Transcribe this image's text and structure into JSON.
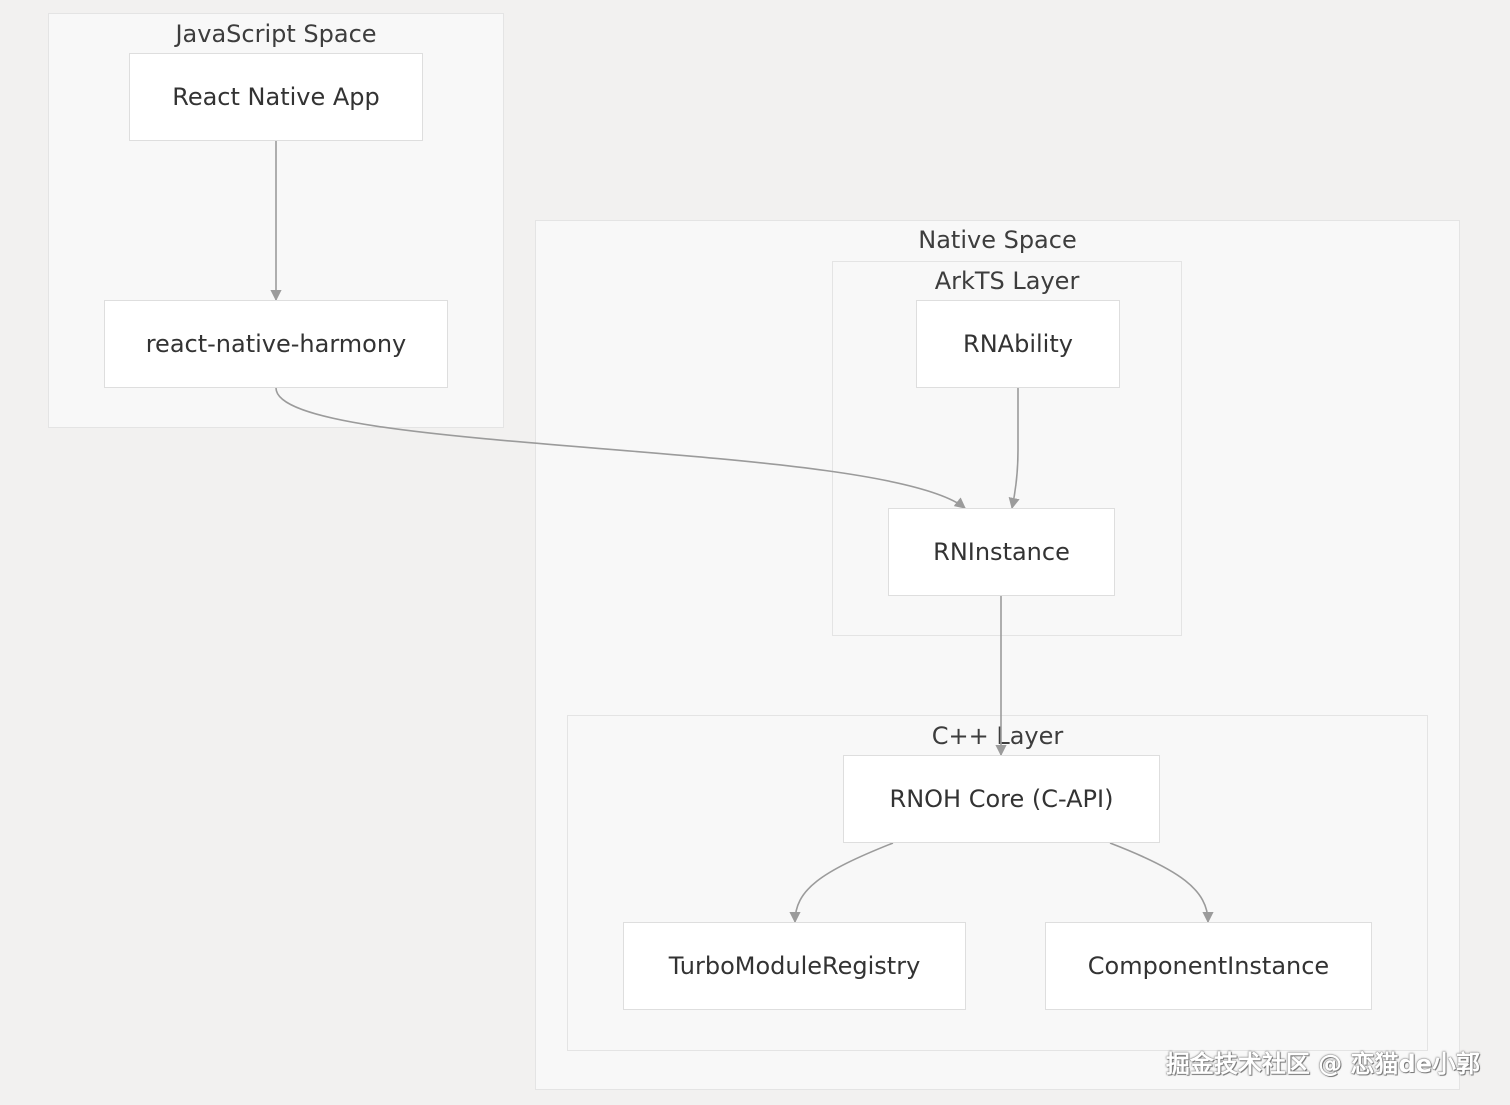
{
  "clusters": {
    "js_space": "JavaScript Space",
    "native_space": "Native Space",
    "arkts_layer": "ArkTS Layer",
    "cpp_layer": "C++ Layer"
  },
  "nodes": {
    "react_native_app": "React Native App",
    "react_native_harmony": "react-native-harmony",
    "rnability": "RNAbility",
    "rninstance": "RNInstance",
    "rnoh_core": "RNOH Core (C-API)",
    "turbo_module_registry": "TurboModuleRegistry",
    "component_instance": "ComponentInstance"
  },
  "edges": [
    {
      "from": "React Native App",
      "to": "react-native-harmony"
    },
    {
      "from": "react-native-harmony",
      "to": "RNInstance"
    },
    {
      "from": "RNAbility",
      "to": "RNInstance"
    },
    {
      "from": "RNInstance",
      "to": "RNOH Core (C-API)"
    },
    {
      "from": "RNOH Core (C-API)",
      "to": "TurboModuleRegistry"
    },
    {
      "from": "RNOH Core (C-API)",
      "to": "ComponentInstance"
    }
  ],
  "watermark": "掘金技术社区 @ 恋猫de小郭",
  "colors": {
    "background": "#f2f1f0",
    "cluster_fill": "#f8f8f8",
    "node_fill": "#ffffff",
    "edge": "#9b9b9b"
  }
}
